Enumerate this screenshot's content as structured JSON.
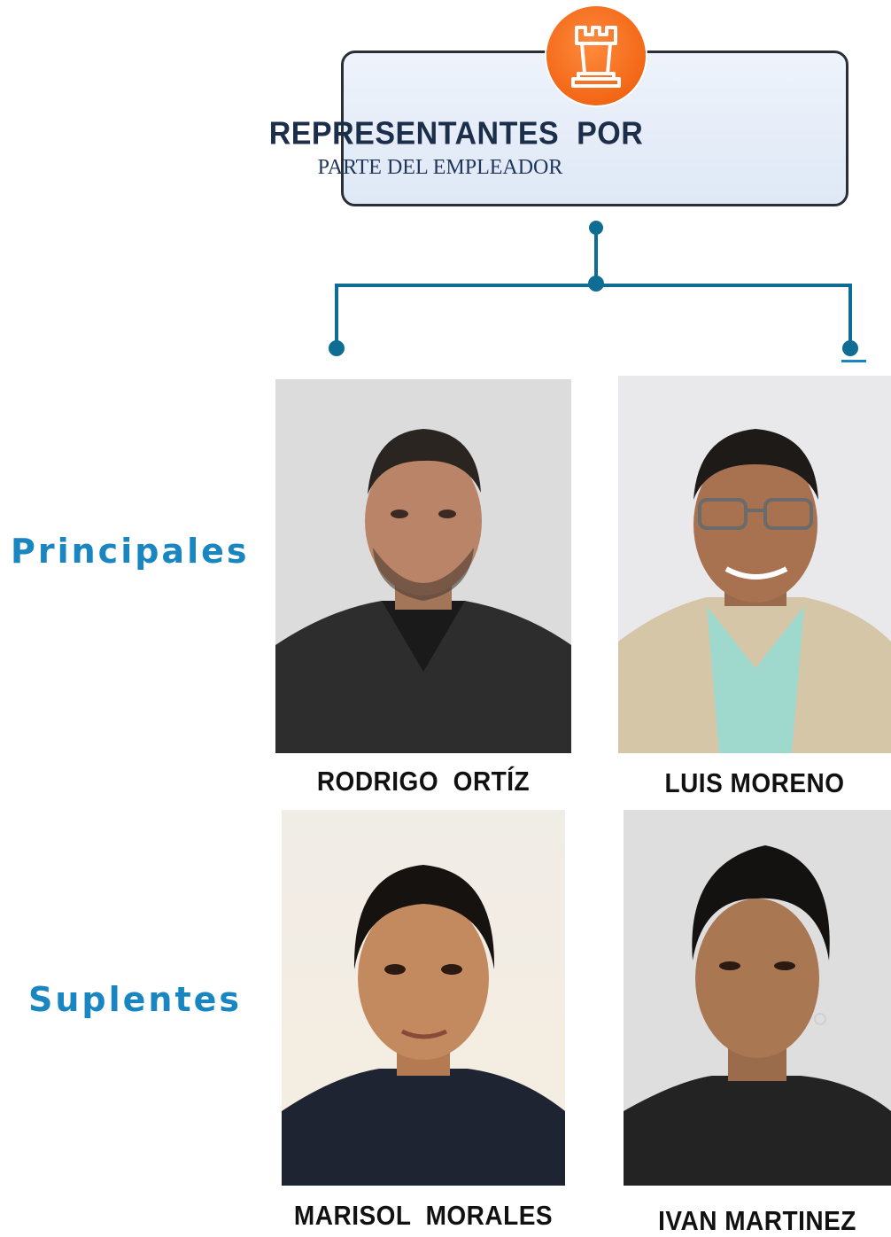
{
  "header": {
    "title": "REPRESENTANTES  POR",
    "subtitle": "PARTE DEL EMPLEADOR",
    "icon": "chess-rook-icon",
    "icon_color": "#f26716",
    "border_color": "#2a2f36"
  },
  "connector_color": "#0f6d94",
  "rows": {
    "principales_label": "Principales",
    "suplentes_label": "Suplentes",
    "label_color": "#1a86c1"
  },
  "people": {
    "rodrigo": {
      "name": "RODRIGO  ORTÍZ"
    },
    "luis": {
      "name": "LUIS MORENO"
    },
    "marisol": {
      "name": "MARISOL  MORALES"
    },
    "ivan": {
      "name": "IVAN MARTINEZ"
    }
  }
}
